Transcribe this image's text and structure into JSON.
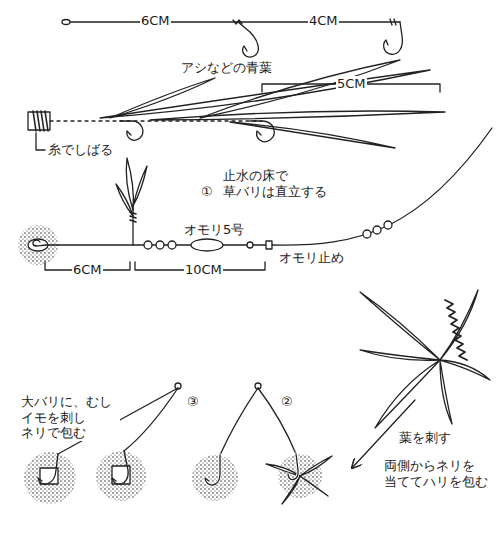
{
  "diagram": {
    "labels": [
      "6CM",
      "4CM",
      "アシなどの青葉",
      "5CM",
      "糸でしばる",
      "①",
      "止水の床で 草バリは直立する",
      "オモリ5号",
      "オモリ止め",
      "6CM",
      "10CM",
      "大バリに、むし イモを刺し ネリで包む",
      "③",
      "②",
      "葉を刺す",
      "両側からネリを 当ててハリを包む"
    ]
  }
}
